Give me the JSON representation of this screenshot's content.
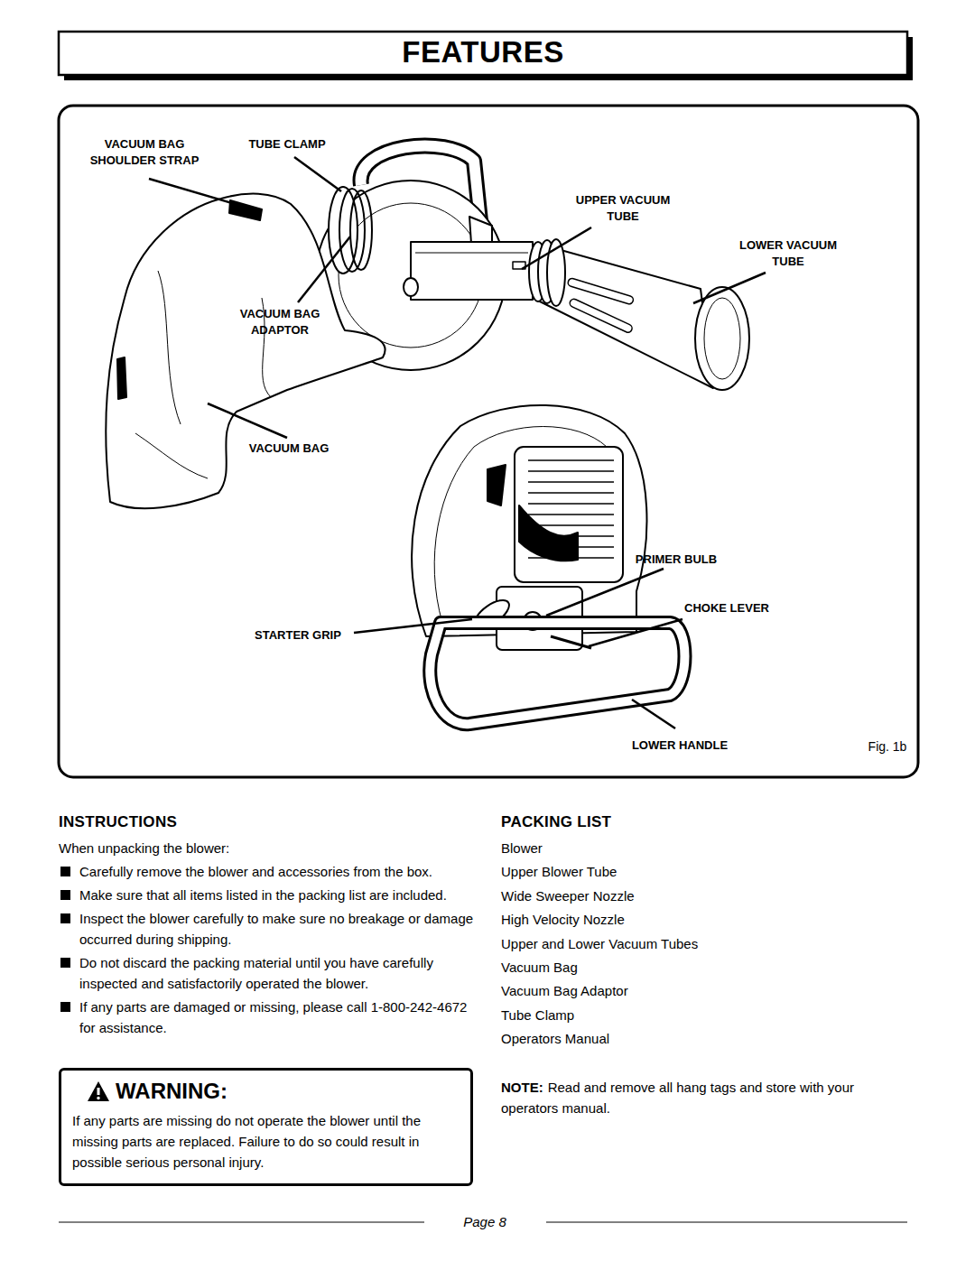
{
  "diagram": {
    "title": "FEATURES",
    "nodes": [
      {
        "text": [
          "WARNING:",
          "If any parts are missing do not operate the blower until the missing parts are replaced. Failure to do so could result in possible serious personal injury."
        ]
      }
    ],
    "labels": [
      "VACUUM BAG SHOULDER STRAP",
      "TUBE CLAMP",
      "UPPER VACUUM TUBE",
      "LOWER VACUUM TUBE",
      "VACUUM BAG ADAPTOR",
      "VACUUM BAG",
      "PRIMER BULB",
      "CHOKE LEVER",
      "STARTER GRIP",
      "LOWER HANDLE",
      "Fig. 1b",
      "INSTRUCTIONS",
      "When unpacking the blower:",
      "Carefully remove the blower and accessories from the box.",
      "Make sure that all items listed in the packing list are included.",
      "Inspect the blower carefully to make sure no breakage or damage occurred during shipping.",
      "Do not discard the packing material until you have carefully inspected and satisfactorily operated the blower.",
      "If any parts are damaged or missing, please call 1-800-242-4672 for assistance.",
      "PACKING LIST",
      "Blower",
      "Upper Blower Tube",
      "Wide Sweeper Nozzle",
      "High Velocity Nozzle",
      "Upper and Lower Vacuum Tubes",
      "Vacuum Bag",
      "Vacuum Bag Adaptor",
      "Tube Clamp",
      "Operators Manual",
      "NOTE:",
      "Read and remove all hang tags and store with your operators manual.",
      "Page 8"
    ]
  }
}
